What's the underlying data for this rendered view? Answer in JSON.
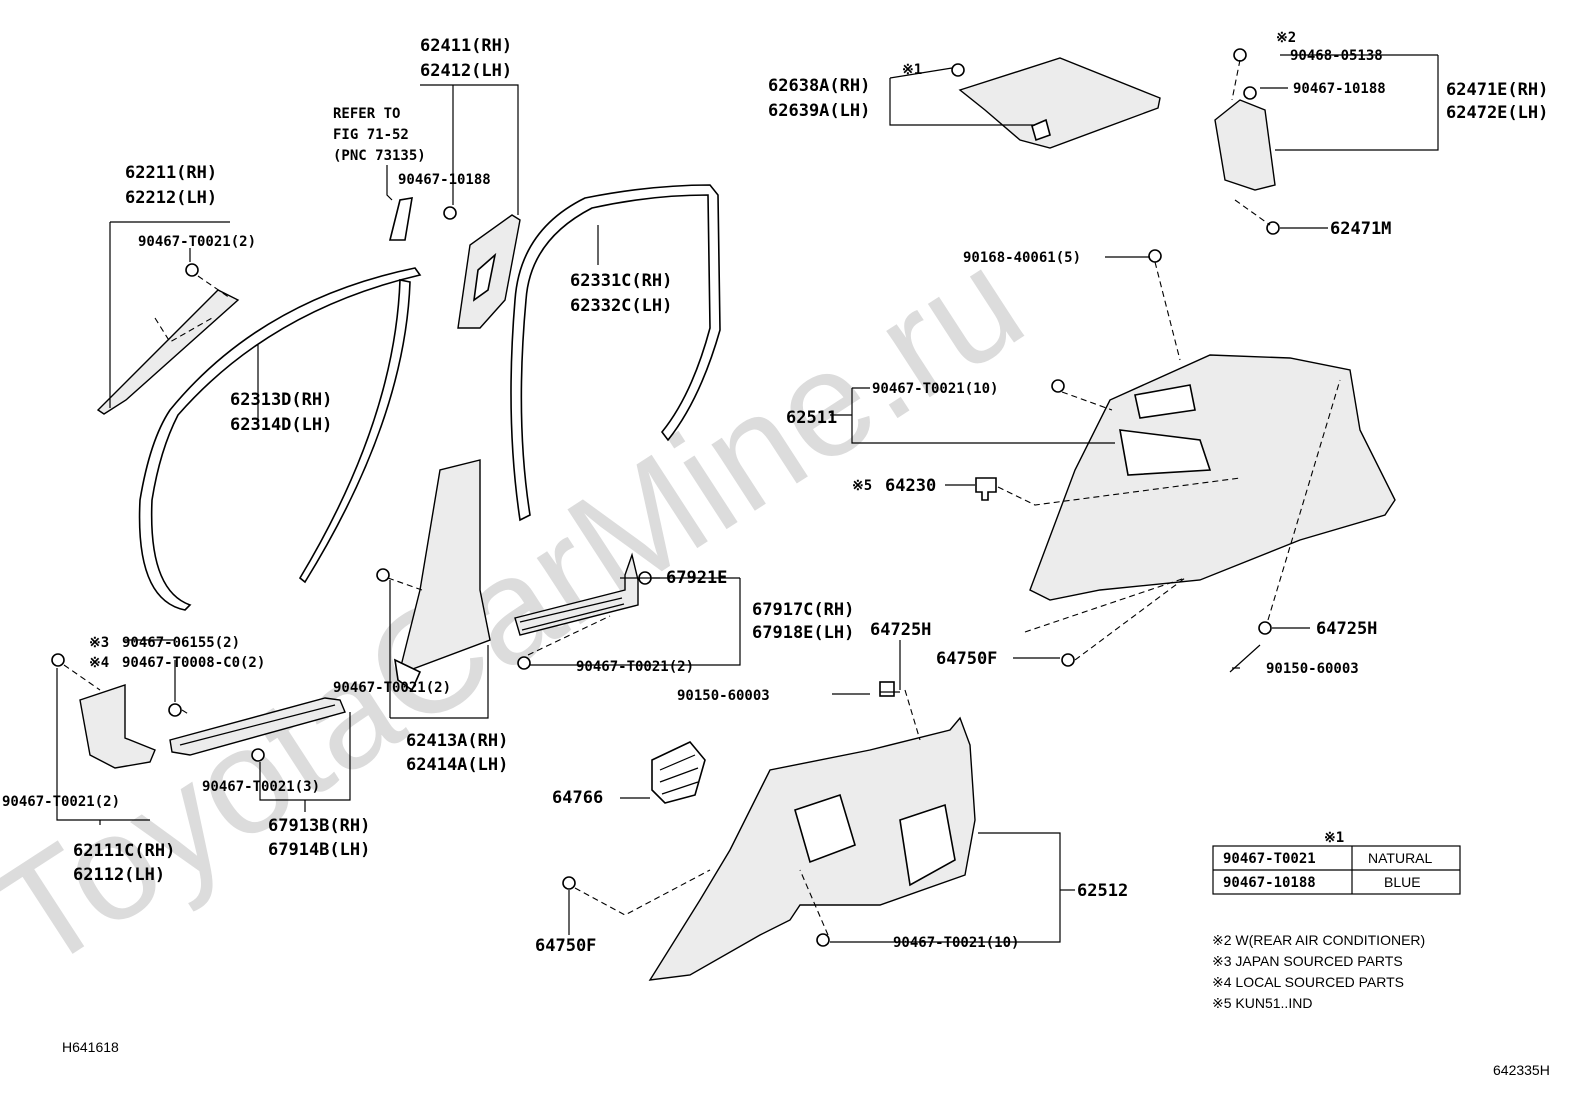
{
  "watermark": "ToyotaCarMine.ru",
  "labels": {
    "l62411": "62411(RH)",
    "l62412": "62412(LH)",
    "refer1": "REFER TO",
    "refer2": "FIG 71-52",
    "refer3": "(PNC 73135)",
    "l90467_10188_a": "90467-10188",
    "l62211": "62211(RH)",
    "l62212": "62212(LH)",
    "l90467_T0021_2a": "90467-T0021(2)",
    "l62313D": "62313D(RH)",
    "l62314D": "62314D(LH)",
    "l62331C": "62331C(RH)",
    "l62332C": "62332C(LH)",
    "l62638A": "62638A(RH)",
    "l62639A": "62639A(LH)",
    "note1a": "※1",
    "note2a": "※2",
    "l90468_05138": "90468-05138",
    "l90467_10188_b": "90467-10188",
    "l62471E": "62471E(RH)",
    "l62472E": "62472E(LH)",
    "l62471M": "62471M",
    "l90168_40061": "90168-40061(5)",
    "l90467_T0021_10a": "90467-T0021(10)",
    "l62511": "62511",
    "note5": "※5",
    "l64230": "64230",
    "l67921E": "67921E",
    "l67917C": "67917C(RH)",
    "l67918E": "67918E(LH)",
    "l64725H_a": "64725H",
    "l64725H_b": "64725H",
    "l64750F_a": "64750F",
    "l90150_60003_a": "90150-60003",
    "l90150_60003_b": "90150-60003",
    "note3": "※3",
    "note4": "※4",
    "l90467_06155": "90467-06155(2)",
    "l90467_T0008": "90467-T0008-C0(2)",
    "l90467_T0021_2b": "90467-T0021(2)",
    "l90467_T0021_2c": "90467-T0021(2)",
    "l90467_T0021_2d": "90467-T0021(2)",
    "l90467_T0021_3": "90467-T0021(3)",
    "l62413A": "62413A(RH)",
    "l62414A": "62414A(LH)",
    "l67913B": "67913B(RH)",
    "l67914B": "67914B(LH)",
    "l62111C": "62111C(RH)",
    "l62112": "62112(LH)",
    "l64766": "64766",
    "l62512": "62512",
    "l64750F_b": "64750F",
    "l90467_T0021_10b": "90467-T0021(10)"
  },
  "table": {
    "header_mark": "※1",
    "rows": [
      {
        "part": "90467-T0021",
        "color": "NATURAL"
      },
      {
        "part": "90467-10188",
        "color": "BLUE"
      }
    ]
  },
  "footnotes": [
    "※2  W(REAR AIR CONDITIONER)",
    "※3  JAPAN SOURCED PARTS",
    "※4  LOCAL SOURCED PARTS",
    "※5  KUN51..IND"
  ],
  "code_left": "H641618",
  "code_right": "642335H"
}
